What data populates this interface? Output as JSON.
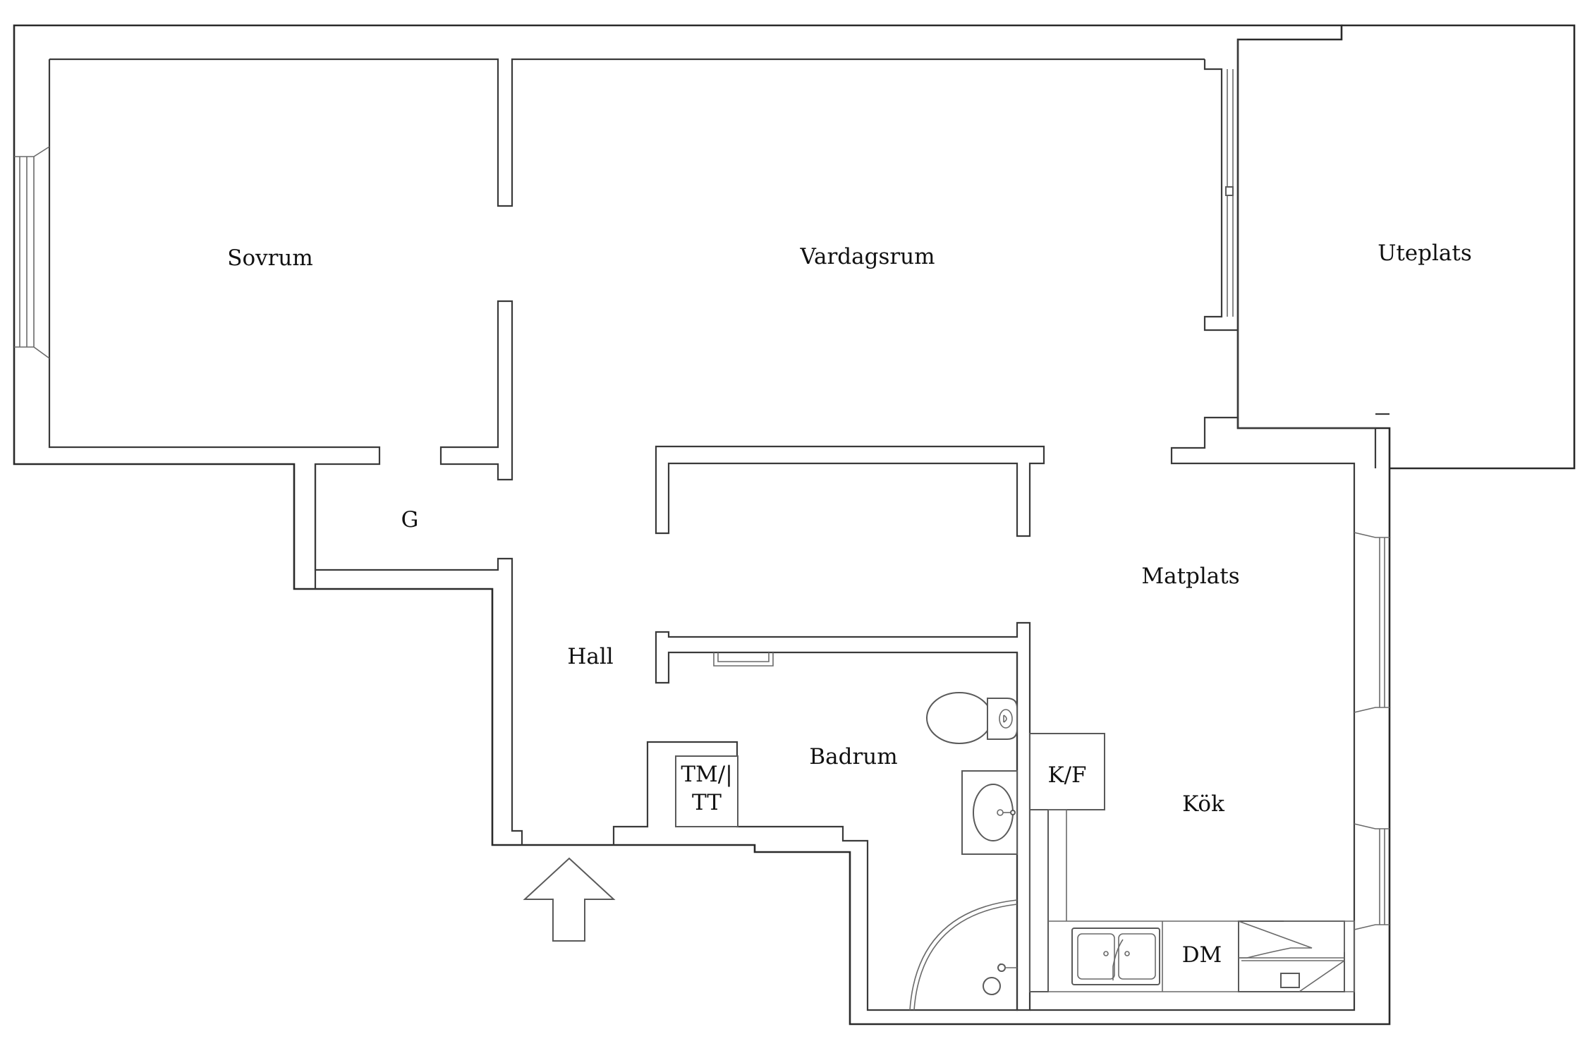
{
  "rooms": {
    "sovrum": "Sovrum",
    "vardagsrum": "Vardagsrum",
    "uteplats": "Uteplats",
    "g": "G",
    "matplats": "Matplats",
    "hall": "Hall",
    "badrum": "Badrum",
    "tm_tt_line1": "TM/|",
    "tm_tt_line2": "TT",
    "kf": "K/F",
    "kok": "Kök",
    "dm": "DM"
  },
  "icons": {
    "entrance": "entrance-arrow-icon",
    "toilet": "toilet-icon",
    "washbasin": "washbasin-icon",
    "shower": "shower-icon",
    "kitchen_sink": "kitchen-sink-icon",
    "stove": "stove-icon",
    "window": "window-icon"
  },
  "colors": {
    "wall": "#3a3a3a",
    "background": "#ffffff",
    "text": "#111111"
  }
}
